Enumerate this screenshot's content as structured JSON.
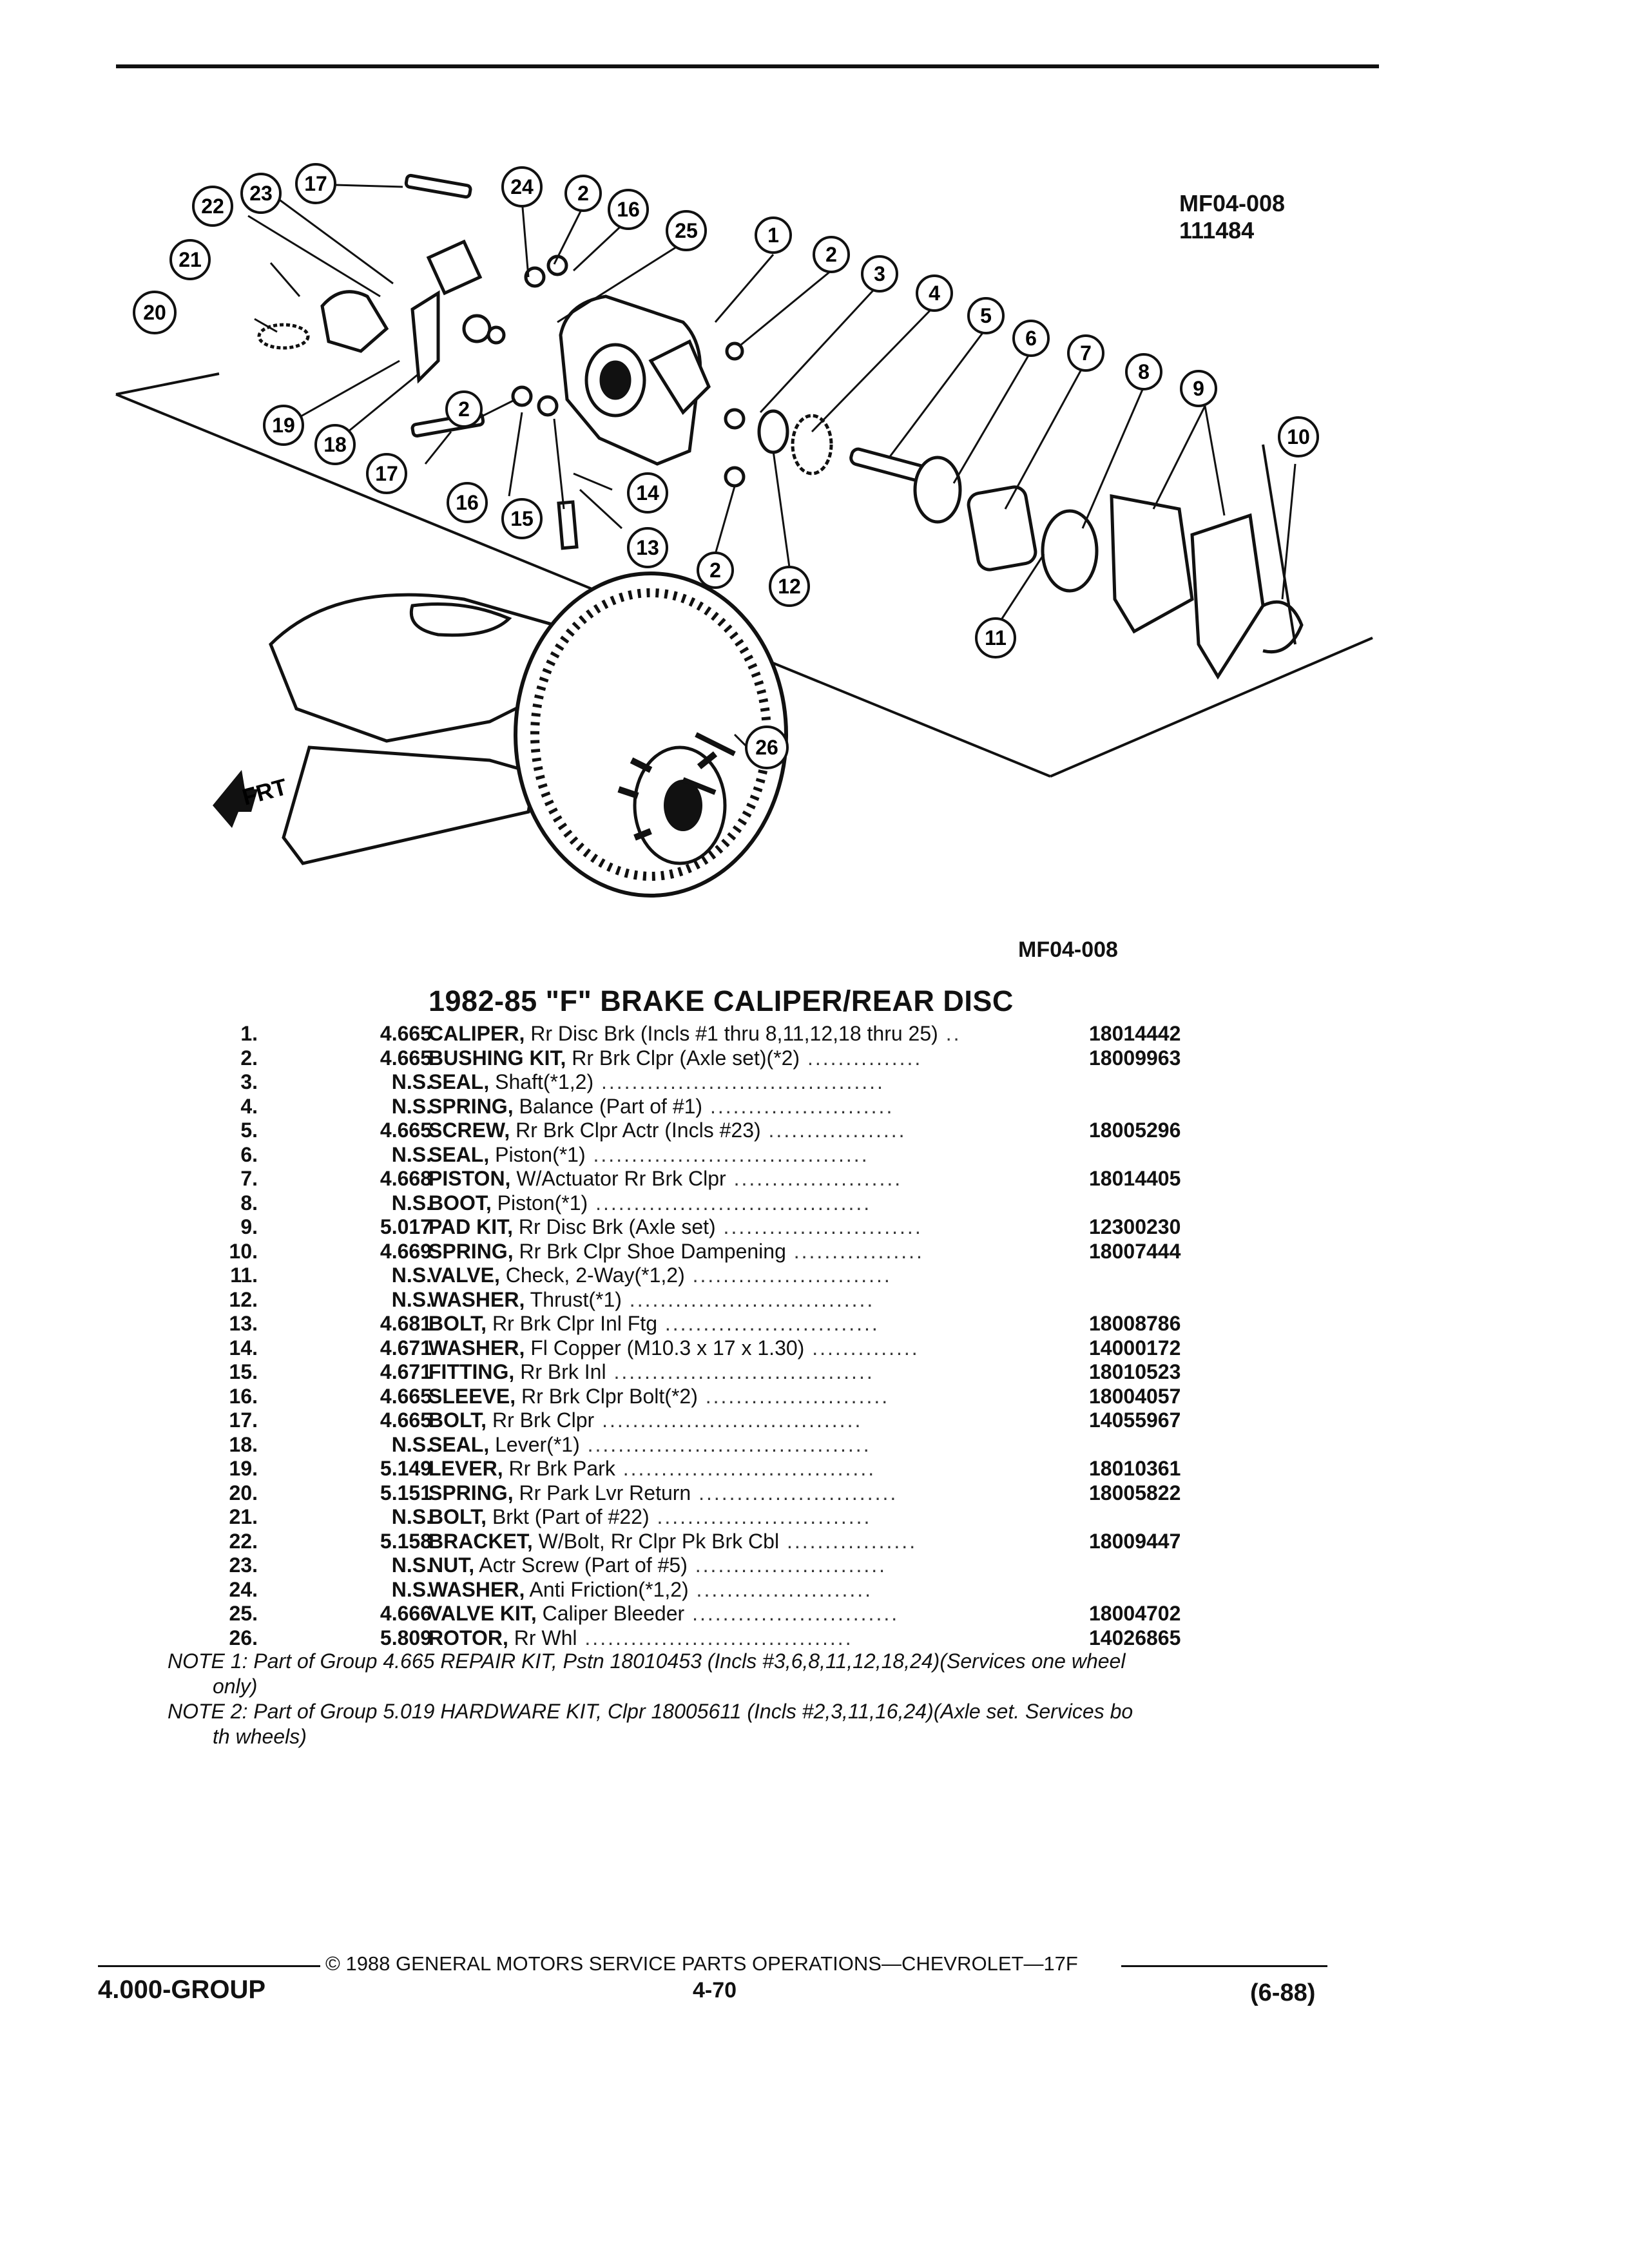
{
  "figure": {
    "code_top": "MF04-008",
    "code_top2": "111484",
    "code_bottom": "MF04-008",
    "front_label": "FRT",
    "callouts": [
      "1",
      "2",
      "3",
      "4",
      "5",
      "6",
      "7",
      "8",
      "9",
      "10",
      "11",
      "12",
      "13",
      "14",
      "15",
      "16",
      "17",
      "18",
      "19",
      "20",
      "21",
      "22",
      "23",
      "24",
      "25",
      "26"
    ]
  },
  "title": "1982-85 \"F\" BRAKE CALIPER/REAR DISC",
  "parts": [
    {
      "num": "1.",
      "group": "4.665",
      "name": "CALIPER,",
      "detail": " Rr Disc Brk (Incls #1 thru 8,11,12,18 thru 25)",
      "dots": " ..",
      "pn": "18014442"
    },
    {
      "num": "2.",
      "group": "4.665",
      "name": "BUSHING KIT,",
      "detail": " Rr Brk Clpr (Axle set)(*2)",
      "dots": " ...............",
      "pn": "18009963"
    },
    {
      "num": "3.",
      "group": "N.S.",
      "name": "SEAL,",
      "detail": " Shaft(*1,2)",
      "dots": " .....................................",
      "pn": ""
    },
    {
      "num": "4.",
      "group": "N.S.",
      "name": "SPRING,",
      "detail": " Balance (Part of #1)",
      "dots": " ........................",
      "pn": ""
    },
    {
      "num": "5.",
      "group": "4.665",
      "name": "SCREW,",
      "detail": " Rr Brk Clpr Actr (Incls #23)",
      "dots": " ..................",
      "pn": "18005296"
    },
    {
      "num": "6.",
      "group": "N.S.",
      "name": "SEAL,",
      "detail": " Piston(*1)",
      "dots": " ....................................",
      "pn": ""
    },
    {
      "num": "7.",
      "group": "4.668",
      "name": "PISTON,",
      "detail": " W/Actuator Rr Brk Clpr",
      "dots": " ......................",
      "pn": "18014405"
    },
    {
      "num": "8.",
      "group": "N.S.",
      "name": "BOOT,",
      "detail": " Piston(*1)",
      "dots": " ....................................",
      "pn": ""
    },
    {
      "num": "9.",
      "group": "5.017",
      "name": "PAD KIT,",
      "detail": " Rr Disc Brk (Axle set)",
      "dots": " ..........................",
      "pn": "12300230"
    },
    {
      "num": "10.",
      "group": "4.669",
      "name": "SPRING,",
      "detail": " Rr Brk Clpr Shoe Dampening",
      "dots": " .................",
      "pn": "18007444"
    },
    {
      "num": "11.",
      "group": "N.S.",
      "name": "VALVE,",
      "detail": " Check, 2-Way(*1,2)",
      "dots": " ..........................",
      "pn": ""
    },
    {
      "num": "12.",
      "group": "N.S.",
      "name": "WASHER,",
      "detail": " Thrust(*1)",
      "dots": " ................................",
      "pn": ""
    },
    {
      "num": "13.",
      "group": "4.681",
      "name": "BOLT,",
      "detail": " Rr Brk Clpr Inl Ftg",
      "dots": " ............................",
      "pn": "18008786"
    },
    {
      "num": "14.",
      "group": "4.671",
      "name": "WASHER,",
      "detail": " Fl Copper (M10.3 x 17 x 1.30)",
      "dots": " ..............",
      "pn": "14000172"
    },
    {
      "num": "15.",
      "group": "4.671",
      "name": "FITTING,",
      "detail": " Rr Brk Inl",
      "dots": " ..................................",
      "pn": "18010523"
    },
    {
      "num": "16.",
      "group": "4.665",
      "name": "SLEEVE,",
      "detail": " Rr Brk Clpr Bolt(*2)",
      "dots": " ........................",
      "pn": "18004057"
    },
    {
      "num": "17.",
      "group": "4.665",
      "name": "BOLT,",
      "detail": " Rr Brk Clpr",
      "dots": " ..................................",
      "pn": "14055967"
    },
    {
      "num": "18.",
      "group": "N.S.",
      "name": "SEAL,",
      "detail": " Lever(*1)",
      "dots": " .....................................",
      "pn": ""
    },
    {
      "num": "19.",
      "group": "5.149",
      "name": "LEVER,",
      "detail": " Rr Brk Park",
      "dots": " .................................",
      "pn": "18010361"
    },
    {
      "num": "20.",
      "group": "5.151",
      "name": "SPRING,",
      "detail": " Rr Park Lvr Return",
      "dots": " ..........................",
      "pn": "18005822"
    },
    {
      "num": "21.",
      "group": "N.S.",
      "name": "BOLT,",
      "detail": " Brkt (Part of #22)",
      "dots": " ............................",
      "pn": ""
    },
    {
      "num": "22.",
      "group": "5.158",
      "name": "BRACKET,",
      "detail": " W/Bolt, Rr Clpr Pk Brk Cbl",
      "dots": " .................",
      "pn": "18009447"
    },
    {
      "num": "23.",
      "group": "N.S.",
      "name": "NUT,",
      "detail": " Actr Screw (Part of #5)",
      "dots": " .........................",
      "pn": ""
    },
    {
      "num": "24.",
      "group": "N.S.",
      "name": "WASHER,",
      "detail": " Anti Friction(*1,2)",
      "dots": " .......................",
      "pn": ""
    },
    {
      "num": "25.",
      "group": "4.666",
      "name": "VALVE KIT,",
      "detail": " Caliper Bleeder",
      "dots": " ...........................",
      "pn": "18004702"
    },
    {
      "num": "26.",
      "group": "5.809",
      "name": "ROTOR,",
      "detail": " Rr Whl",
      "dots": " ...................................",
      "pn": "14026865"
    }
  ],
  "notes": {
    "note1_line1": "NOTE 1: Part of Group 4.665 REPAIR KIT, Pstn 18010453 (Incls #3,6,8,11,12,18,24)(Services one wheel",
    "note1_line2": "only)",
    "note2_line1": "NOTE 2: Part of Group 5.019 HARDWARE KIT, Clpr 18005611 (Incls #2,3,11,16,24)(Axle set. Services bo",
    "note2_line2": "th wheels)"
  },
  "footer": {
    "copyright": "© 1988 GENERAL MOTORS SERVICE PARTS OPERATIONS—CHEVROLET—17F",
    "group": "4.000-GROUP",
    "page": "4-70",
    "date": "(6-88)"
  }
}
